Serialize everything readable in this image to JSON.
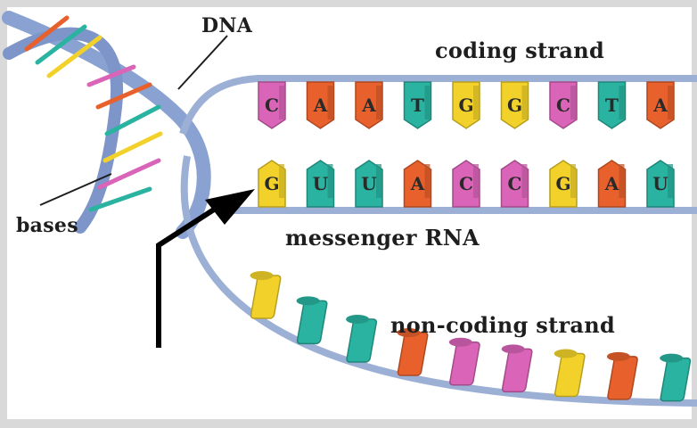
{
  "labels": {
    "dna": "DNA",
    "coding_strand": "coding strand",
    "bases": "bases",
    "messenger_rna": "messenger RNA",
    "non_coding_strand": "non-coding strand"
  },
  "coding_strand_bases": [
    "C",
    "A",
    "A",
    "T",
    "G",
    "G",
    "C",
    "T",
    "A"
  ],
  "mrna_bases": [
    "G",
    "U",
    "U",
    "A",
    "C",
    "C",
    "G",
    "A",
    "U"
  ],
  "base_colors": {
    "A": "#e8602c",
    "C": "#d964b8",
    "G": "#f2d22a",
    "T": "#2ab3a0",
    "U": "#2ab3a0"
  },
  "non_coding_colors": [
    "#f2d22a",
    "#2ab3a0",
    "#2ab3a0",
    "#e8602c",
    "#d964b8",
    "#d964b8",
    "#f2d22a",
    "#e8602c",
    "#2ab3a0"
  ],
  "colors": {
    "backbone": "#9cb0d6",
    "backbone_shadow": "#6f7fb0",
    "helix_ribbon": "#8aa2d2",
    "text": "#1e1e1e"
  }
}
